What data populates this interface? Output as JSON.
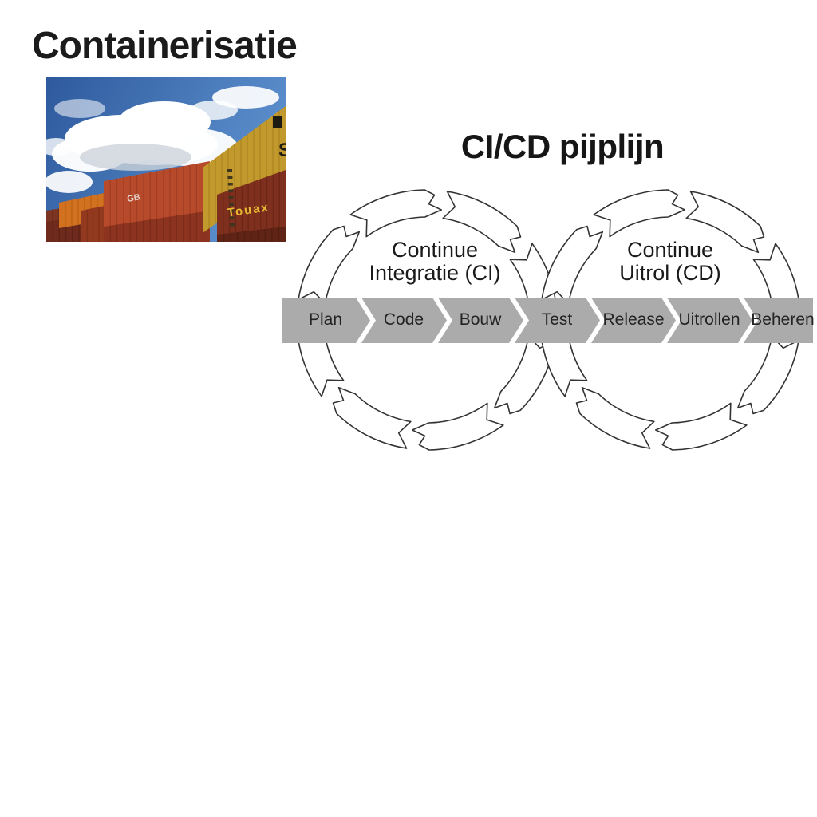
{
  "slide": {
    "background": "#ffffff"
  },
  "header": {
    "title": "Containerisatie"
  },
  "photo": {
    "visible_text": "Touax",
    "colors": {
      "sky": "#2e5a9d",
      "sky_light": "#5c8fcd",
      "cloud": "#ffffff",
      "container_orange": "#d2711f",
      "container_red": "#b84a2c",
      "container_maroon": "#6e2a1c",
      "container_yellow": "#c2992c",
      "container_dark_red": "#7e2f1e",
      "touax_text": "#e8bb30"
    }
  },
  "diagram": {
    "title": "CI/CD pijplijn",
    "outline_color": "#333333",
    "loop_ci": {
      "line1": "Continue",
      "line2": "Integratie (CI)"
    },
    "loop_cd": {
      "line1": "Continue",
      "line2": "Uitrol (CD)"
    },
    "pipeline": {
      "stages": [
        "Plan",
        "Code",
        "Bouw",
        "Test",
        "Release",
        "Uitrollen",
        "Beheren"
      ],
      "bar_color": "#ababab",
      "label_color": "#232323"
    }
  }
}
